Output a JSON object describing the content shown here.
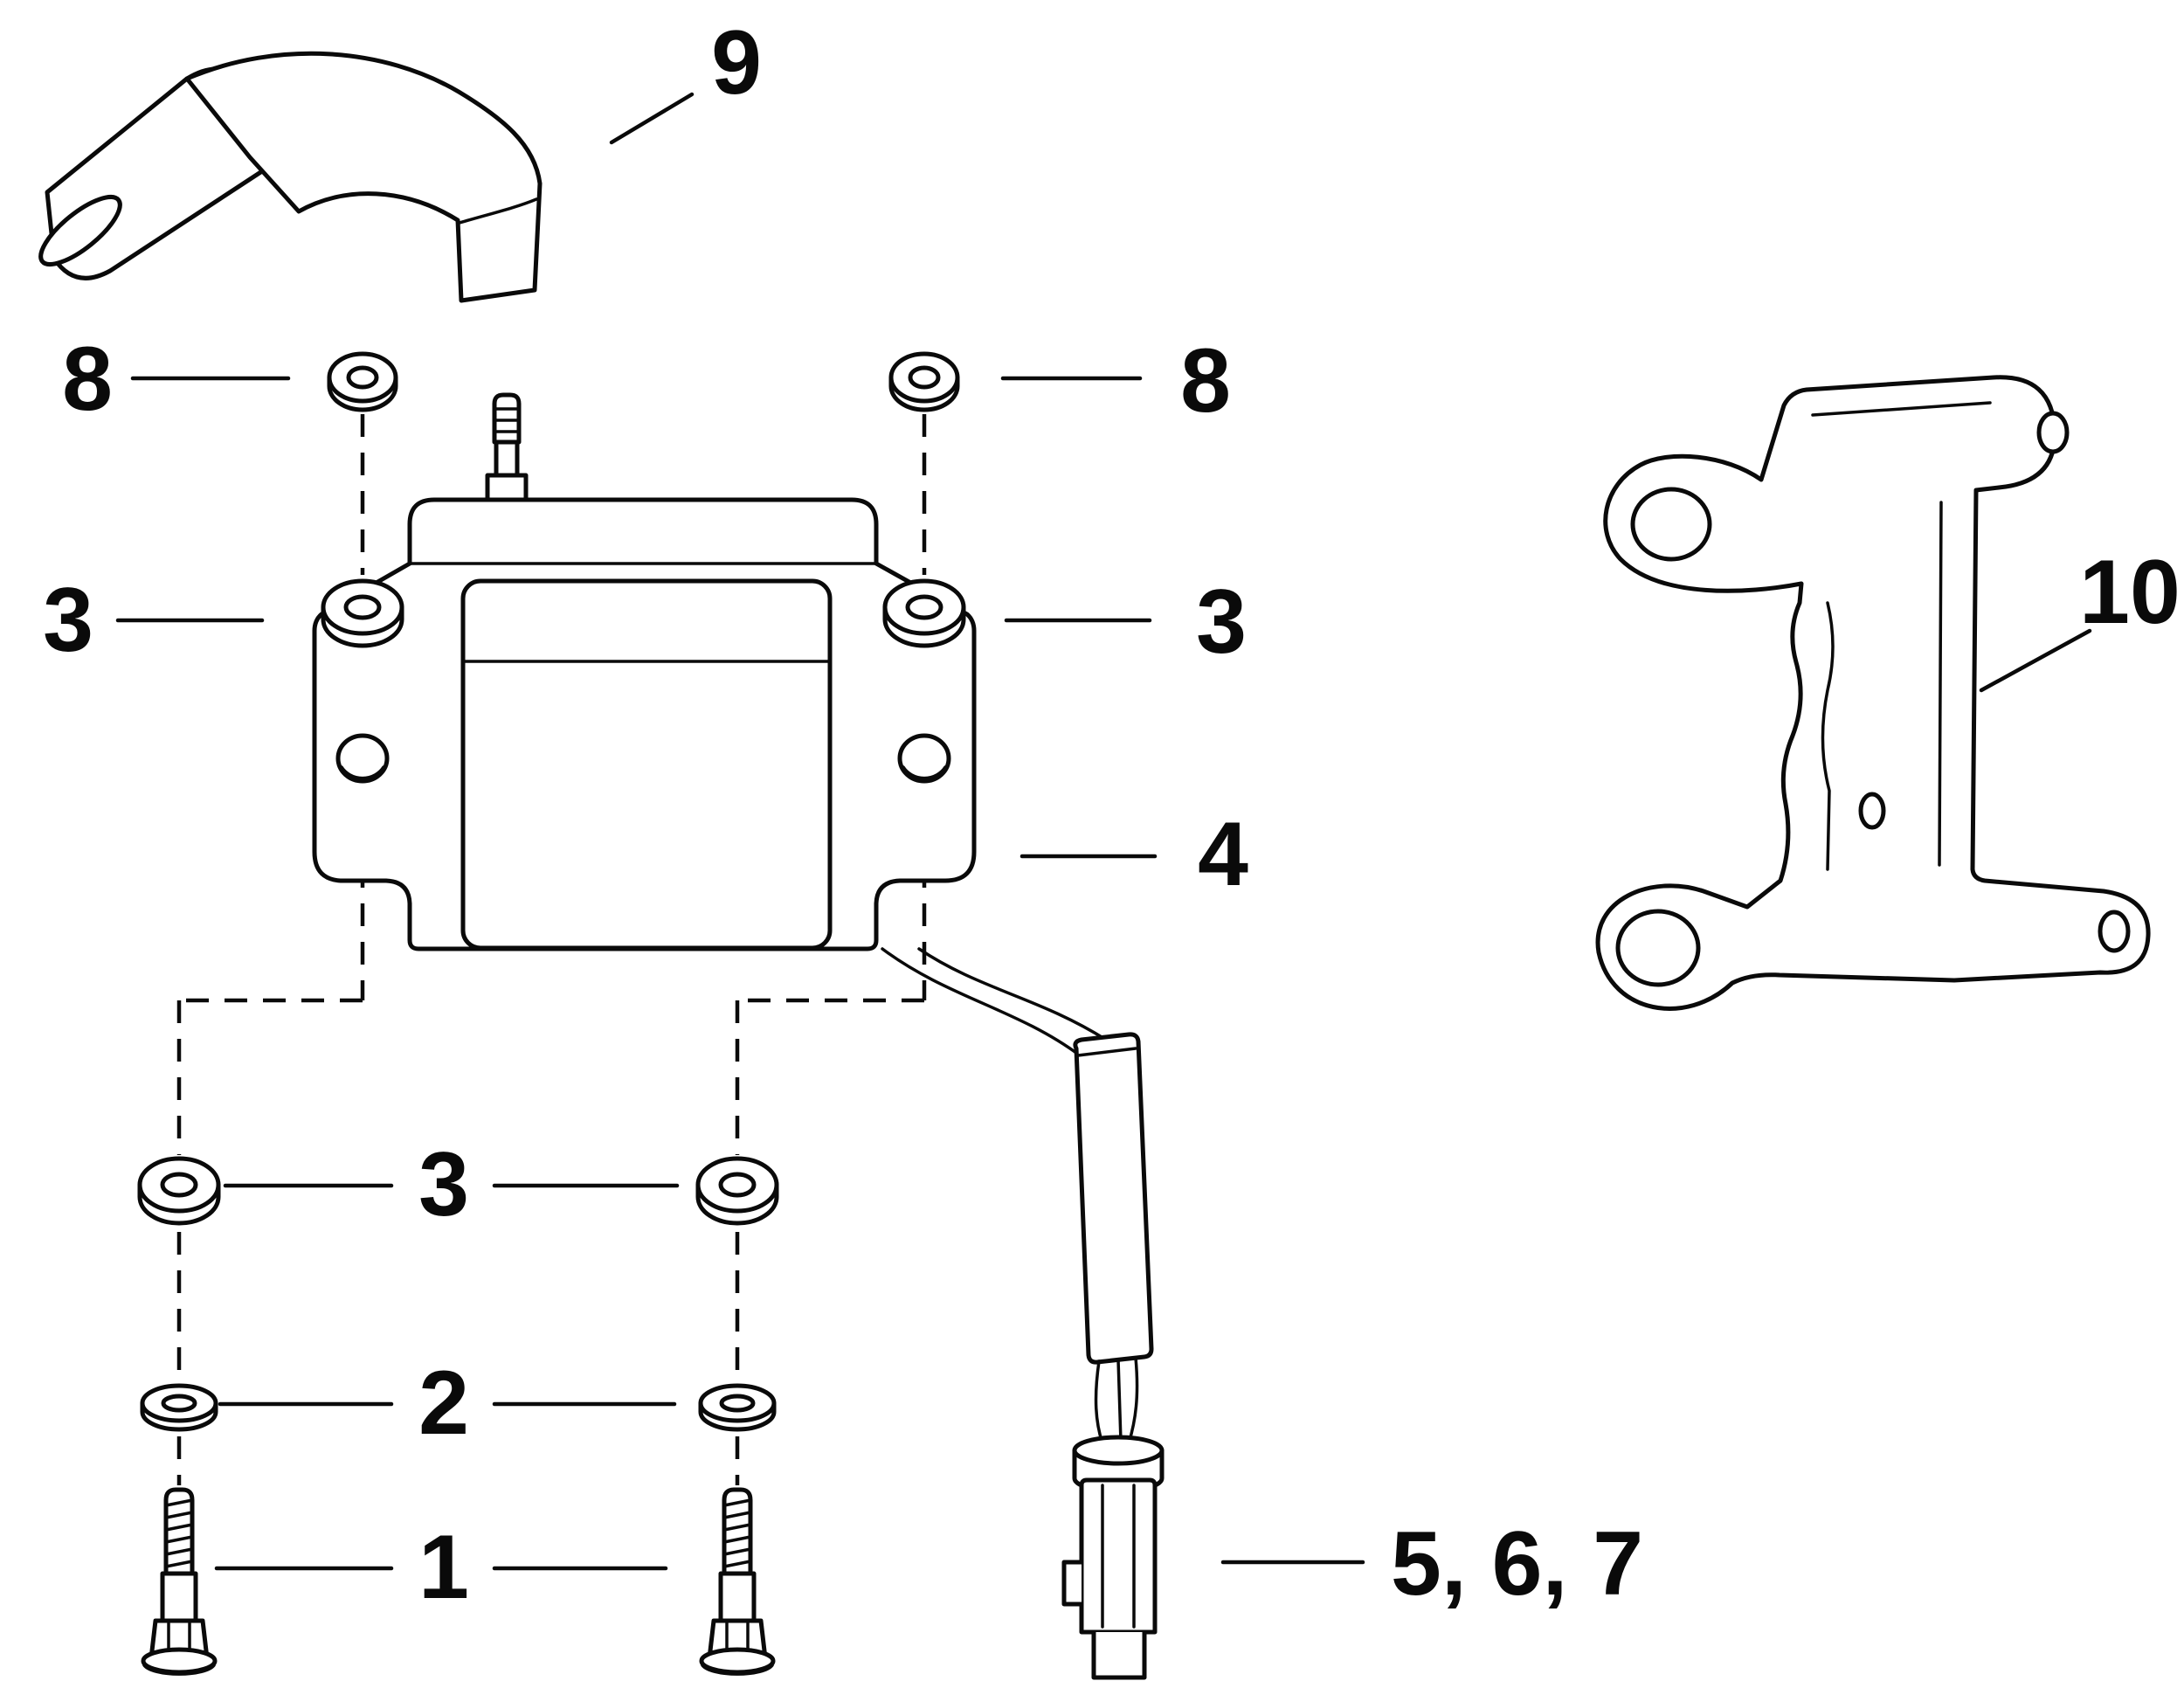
{
  "diagram": {
    "palette": {
      "ink": "#0a0a0a",
      "paper": "#ffffff"
    },
    "callouts": {
      "item9": "9",
      "item8_left": "8",
      "item8_right": "8",
      "item3_upper_left": "3",
      "item3_upper_right": "3",
      "item4": "4",
      "item10": "10",
      "item3_lower": "3",
      "item2": "2",
      "item1": "1",
      "item5_6_7": "5, 6, 7"
    }
  }
}
